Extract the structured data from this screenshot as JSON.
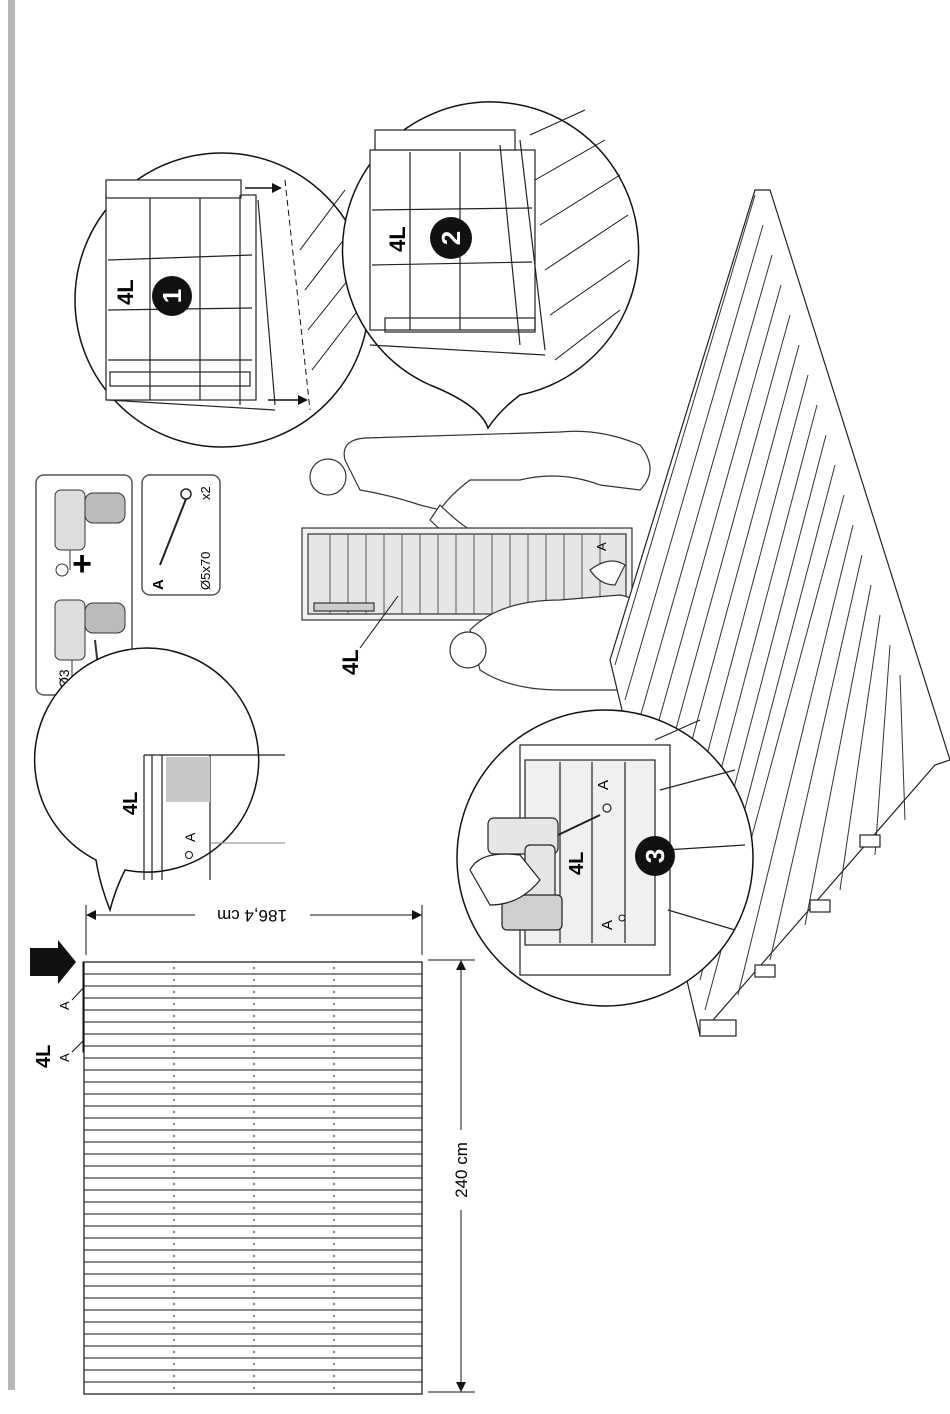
{
  "manual": {
    "part_label": "4L",
    "screw_letter": "A",
    "width_dimension": "186,4 cm",
    "height_dimension": "240 cm",
    "drill_size": "Ø3",
    "screw_spec": "Ø5x70",
    "screw_qty": "x2",
    "steps": [
      "1",
      "2",
      "3"
    ]
  }
}
